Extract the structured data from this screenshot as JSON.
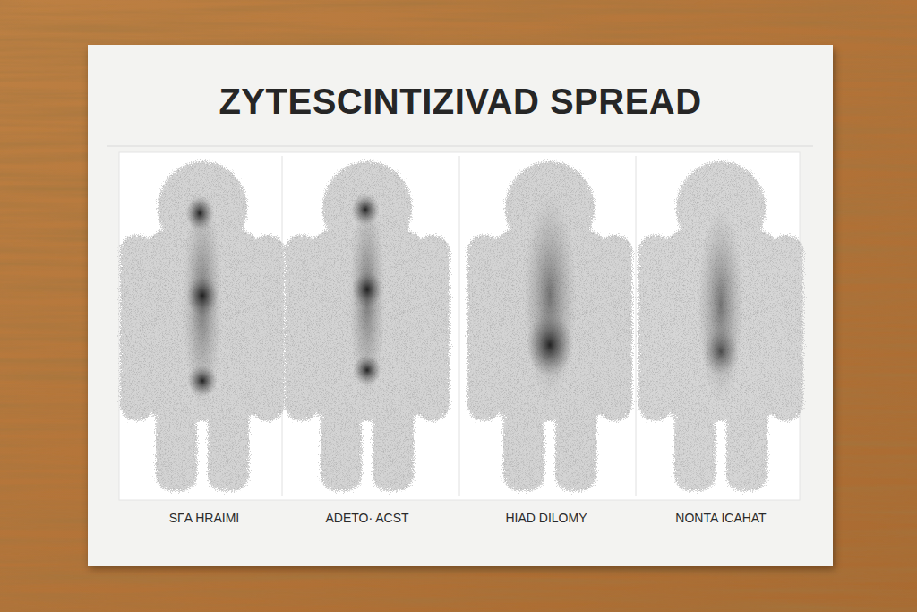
{
  "diagram": {
    "title": "ZYTESCINTIZIVAD SPREAD",
    "labels": [
      "SΓA HRAIMI",
      "ADETO· ACST",
      "HIAD DILOMY",
      "NONTA ICAHAT"
    ]
  }
}
